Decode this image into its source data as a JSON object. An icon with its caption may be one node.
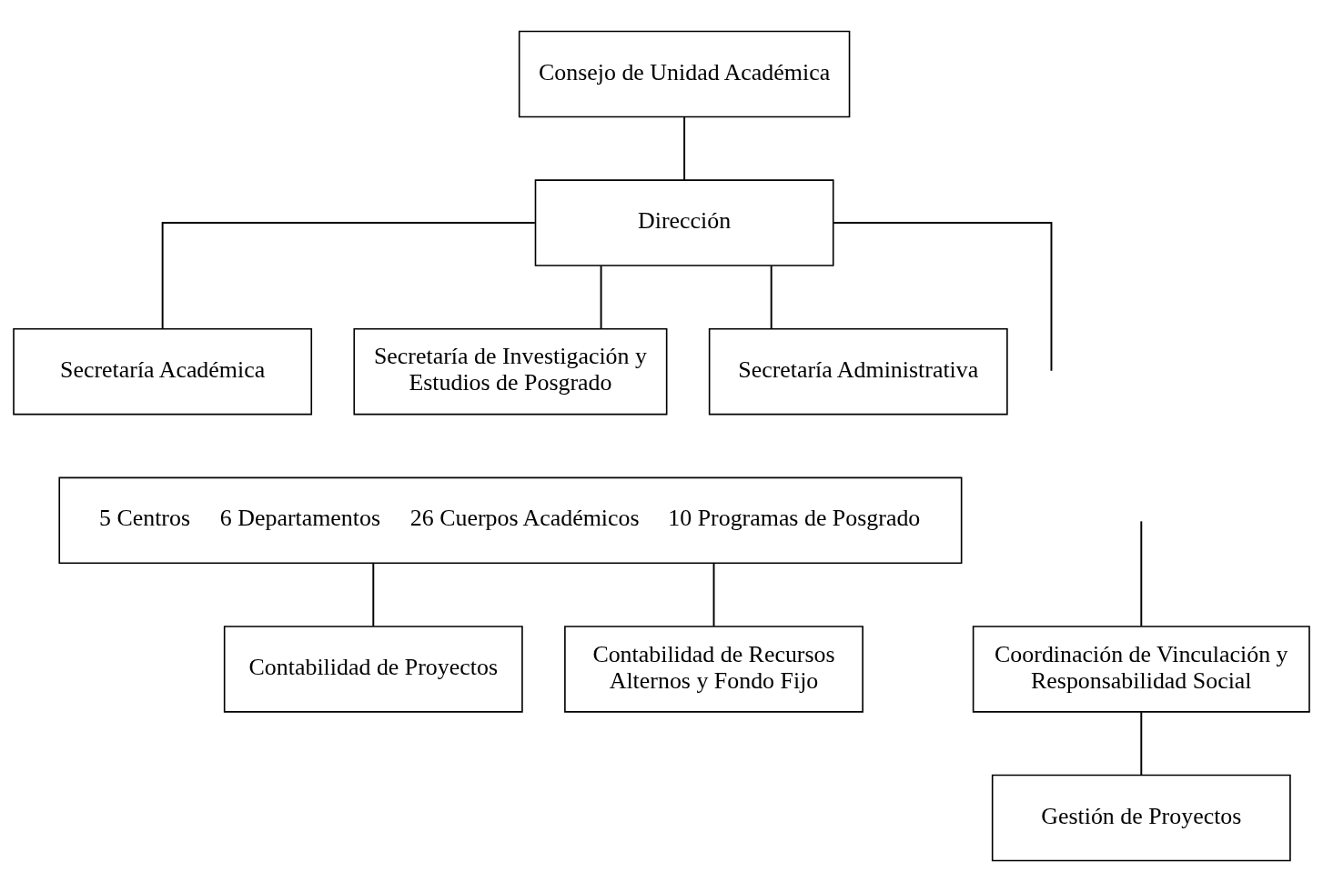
{
  "diagram": {
    "nodes": [
      {
        "text": [
          "Consejo de Unidad Académica"
        ]
      },
      {
        "text": [
          "Dirección"
        ]
      },
      {
        "text": [
          "Secretaría Académica"
        ]
      },
      {
        "text": [
          "Secretaría de Investigación y Estudios de Posgrado"
        ]
      },
      {
        "text": [
          "Secretaría Administrativa"
        ]
      },
      {
        "text": [
          "5 Centros",
          "6 Departamentos",
          "26 Cuerpos Académicos",
          "10 Programas de Posgrado"
        ]
      },
      {
        "text": [
          "Contabilidad de Proyectos"
        ]
      },
      {
        "text": [
          "Contabilidad de Recursos Alternos y Fondo Fijo"
        ]
      },
      {
        "text": [
          "Coordinación de Vinculación y Responsabilidad Social"
        ]
      },
      {
        "text": [
          "Gestión de Proyectos"
        ]
      }
    ],
    "edges": [
      {
        "from": 0,
        "to": 1,
        "arrow": "none"
      },
      {
        "from": 1,
        "to": 2,
        "arrow": "none"
      },
      {
        "from": 1,
        "to": 3,
        "arrow": "none"
      },
      {
        "from": 1,
        "to": 4,
        "arrow": "none"
      },
      {
        "from": 1,
        "to": null,
        "arrow": "none"
      },
      {
        "from": 5,
        "to": 6,
        "arrow": "none"
      },
      {
        "from": 5,
        "to": 7,
        "arrow": "none"
      },
      {
        "from": null,
        "to": 8,
        "arrow": "none"
      },
      {
        "from": 8,
        "to": 9,
        "arrow": "none"
      }
    ]
  }
}
